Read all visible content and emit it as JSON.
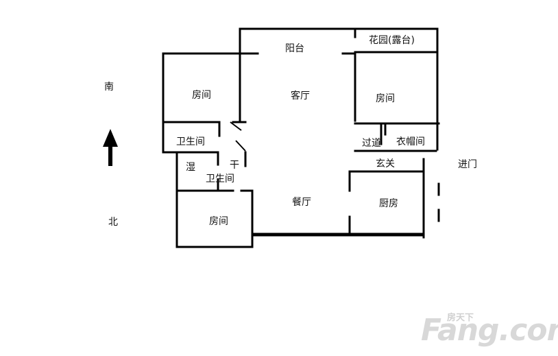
{
  "rooms": {
    "balcony": "阳台",
    "garden": "花园(露台)",
    "living": "客厅",
    "bedroom_ne": "房间",
    "bedroom_nw": "房间",
    "bathroom_top": "卫生间",
    "wet": "湿",
    "dry": "干",
    "bathroom_mid": "卫生间",
    "corridor": "过道",
    "cloakroom": "衣帽间",
    "foyer": "玄关",
    "entrance": "进门",
    "dining": "餐厅",
    "kitchen": "厨房",
    "bedroom_sw": "房间"
  },
  "compass": {
    "south": "南",
    "north": "北",
    "arrow_icon": "up-arrow"
  },
  "watermark": {
    "text": "Fang.com",
    "sub": "房天下"
  }
}
